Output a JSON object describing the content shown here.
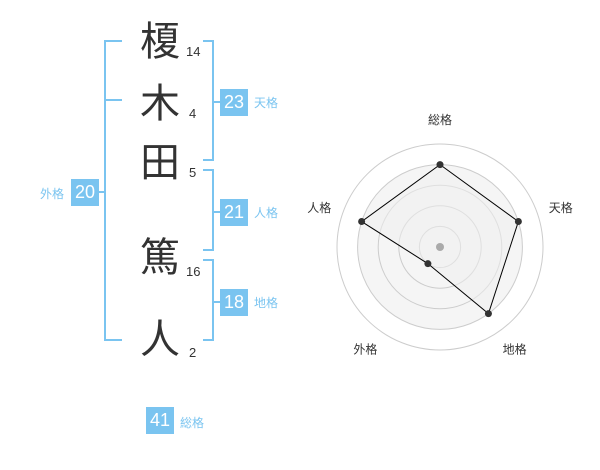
{
  "name": {
    "characters": [
      {
        "char": "榎",
        "strokes": "14"
      },
      {
        "char": "木",
        "strokes": "4"
      },
      {
        "char": "田",
        "strokes": "5"
      },
      {
        "char": "篤",
        "strokes": "16"
      },
      {
        "char": "人",
        "strokes": "2"
      }
    ]
  },
  "fortune": {
    "tenkaku": {
      "value": "23",
      "label": "天格"
    },
    "jinkaku": {
      "value": "21",
      "label": "人格"
    },
    "chikaku": {
      "value": "18",
      "label": "地格"
    },
    "gaikaku": {
      "value": "20",
      "label": "外格"
    },
    "soukaku": {
      "value": "41",
      "label": "総格"
    }
  },
  "chart_data": {
    "type": "radar",
    "axes": [
      "総格",
      "天格",
      "地格",
      "外格",
      "人格"
    ],
    "values": [
      4,
      4,
      4,
      1,
      4
    ],
    "max": 5,
    "rings": 5,
    "colors": {
      "fill": "#eeeeee",
      "line": "#000000",
      "grid": "#cccccc",
      "center": "#aaaaaa"
    }
  },
  "colors": {
    "accent": "#7ac4f0",
    "bracket": "#7ac4f0",
    "text": "#333333"
  }
}
